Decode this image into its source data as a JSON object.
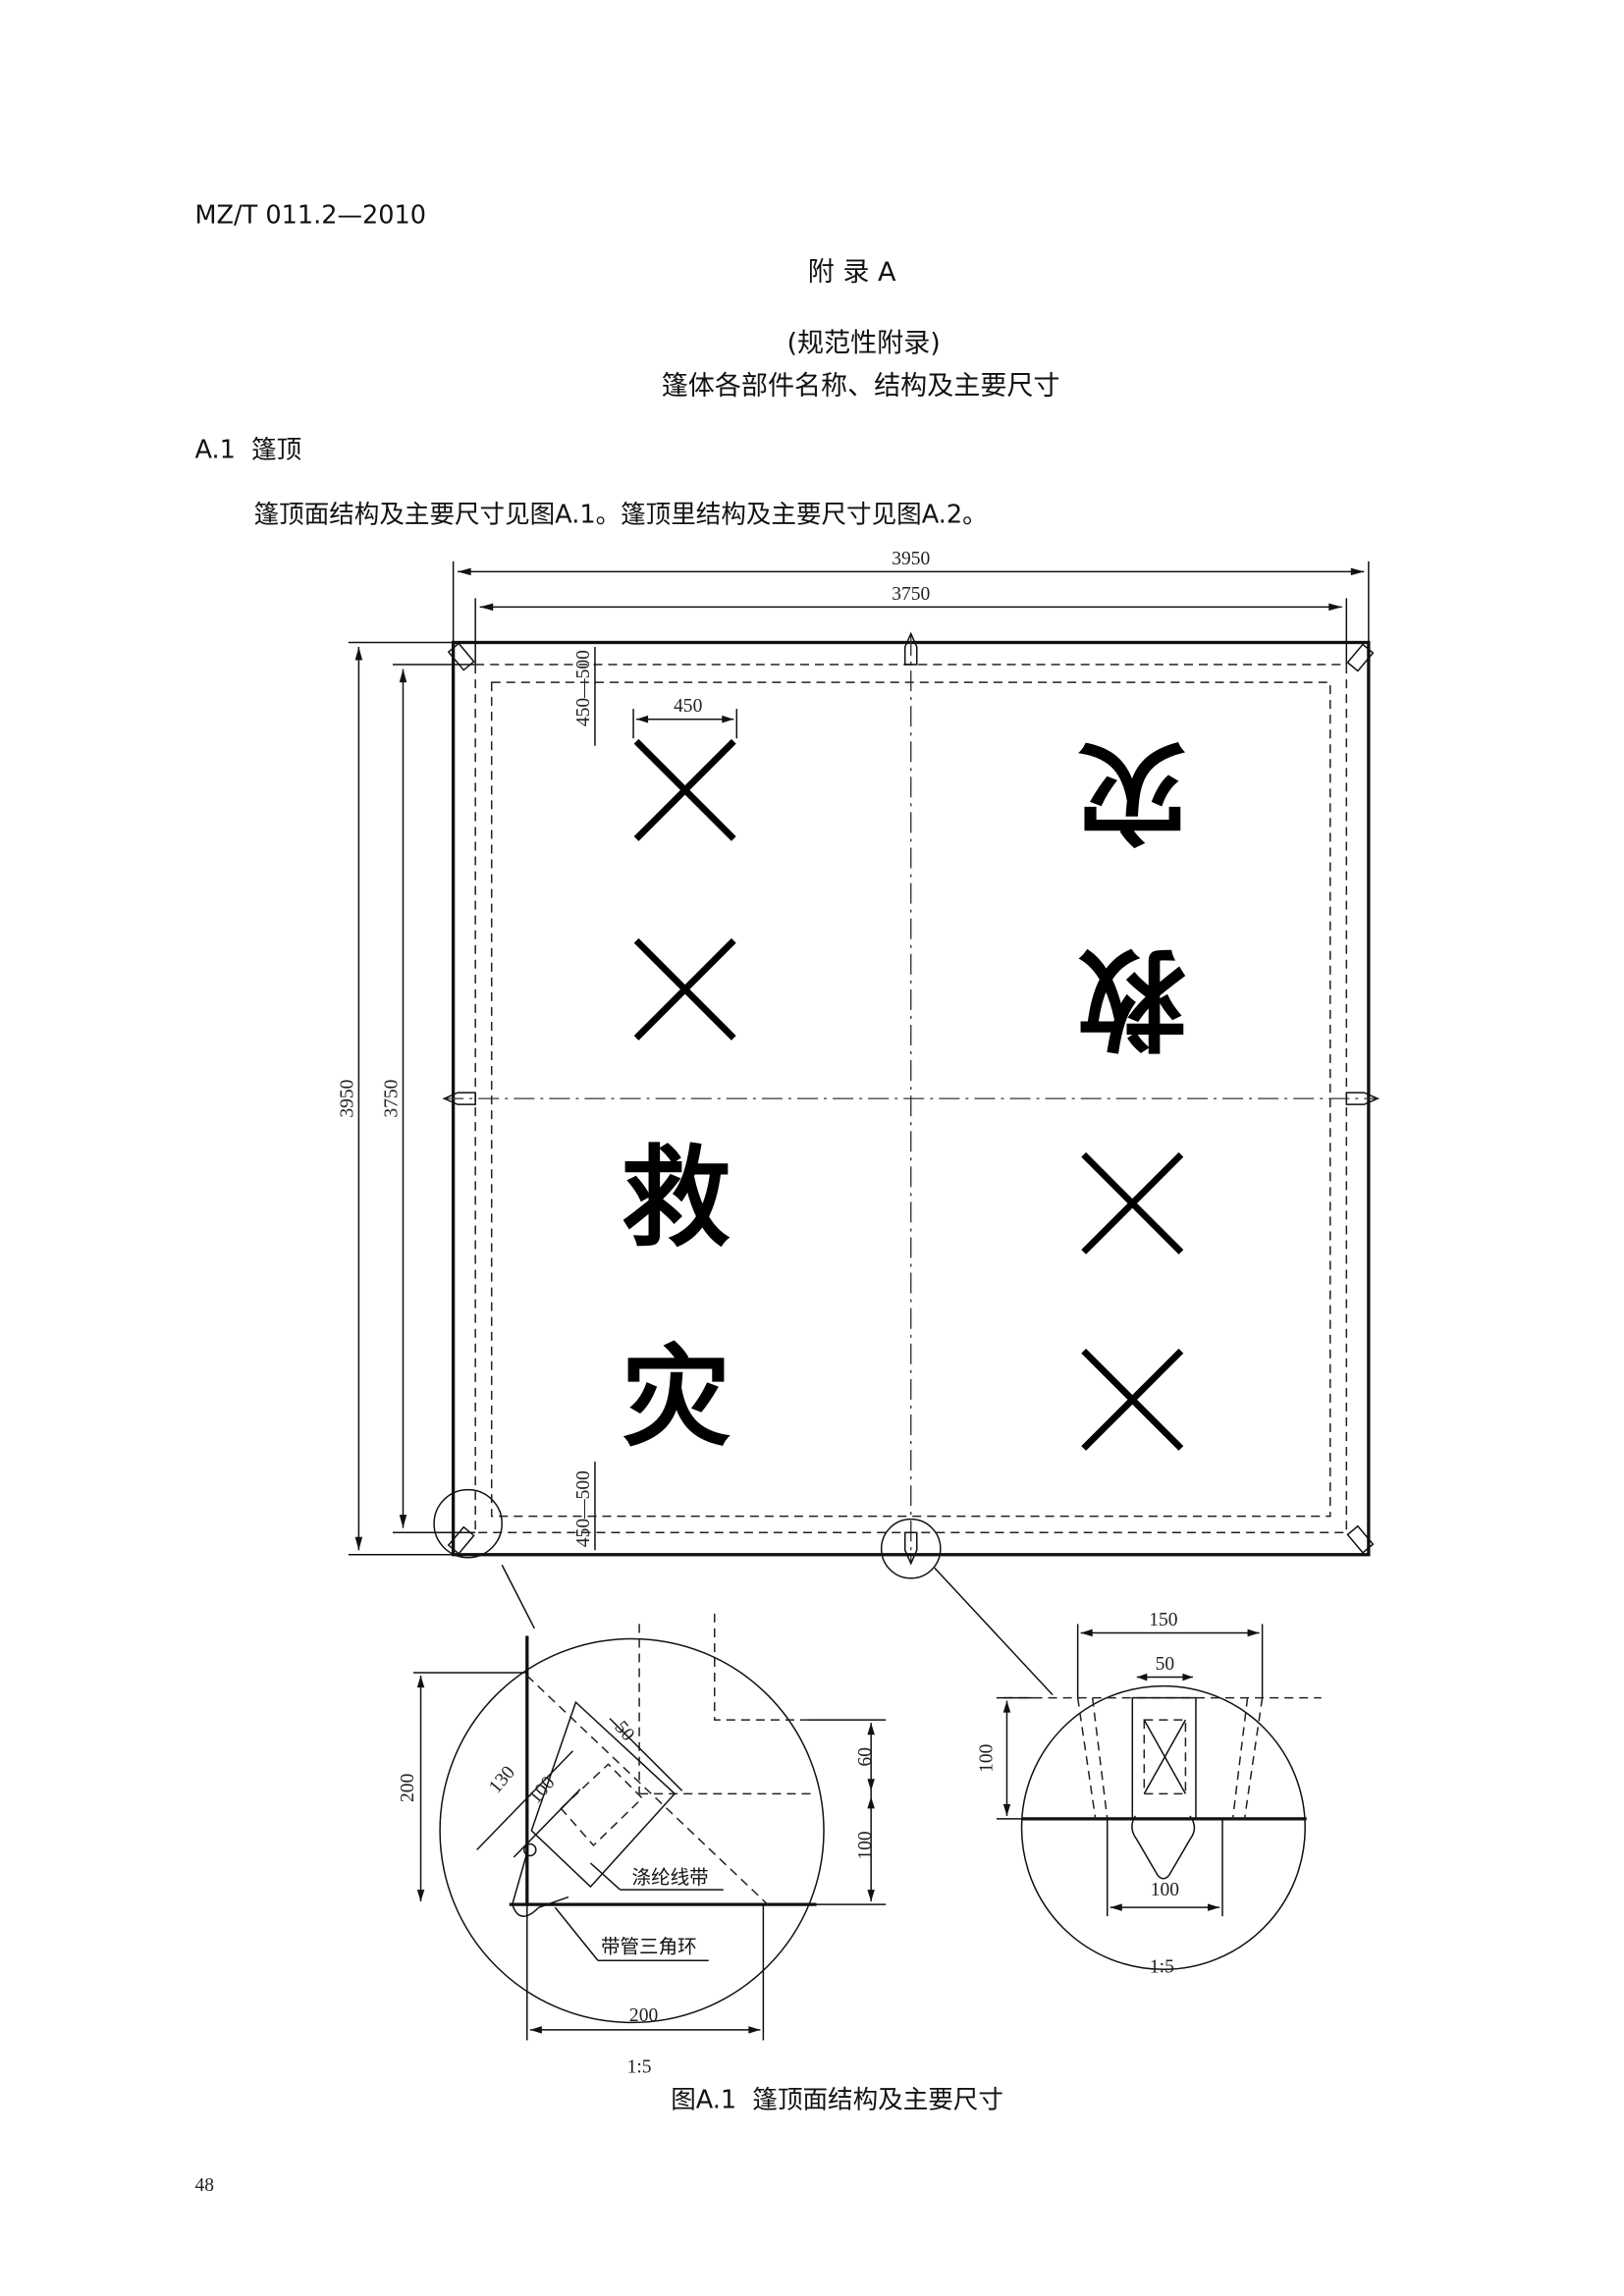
{
  "header": {
    "doc_code": "MZ/T 011.2—2010"
  },
  "appendix": {
    "title": "附 录 A",
    "type": "(规范性附录)",
    "subtitle": "篷体各部件名称、结构及主要尺寸"
  },
  "section": {
    "heading": "A.1  篷顶",
    "paragraph": "篷顶面结构及主要尺寸见图A.1。篷顶里结构及主要尺寸见图A.2。"
  },
  "drawing": {
    "dims": {
      "outer_width": "3950",
      "inner_width": "3750",
      "outer_height": "3950",
      "inner_height": "3750",
      "margin_top": "450—500",
      "margin_bottom": "450—500",
      "char_width": "450"
    },
    "marks": {
      "x_symbol": "✕",
      "char_zai": "灾",
      "char_jiu": "救"
    },
    "corner_detail": {
      "dims": {
        "d200v": "200",
        "d60": "60",
        "d100v": "100",
        "d200h": "200",
        "d130": "130",
        "d100d": "100",
        "d50": "50"
      },
      "label_strap": "涤纶线带",
      "label_ring": "带管三角环",
      "scale": "1:5"
    },
    "edge_detail": {
      "dims": {
        "d150": "150",
        "d50": "50",
        "d100v": "100",
        "d100h": "100"
      },
      "scale": "1:5"
    }
  },
  "caption": "图A.1  篷顶面结构及主要尺寸",
  "page_number": "48"
}
